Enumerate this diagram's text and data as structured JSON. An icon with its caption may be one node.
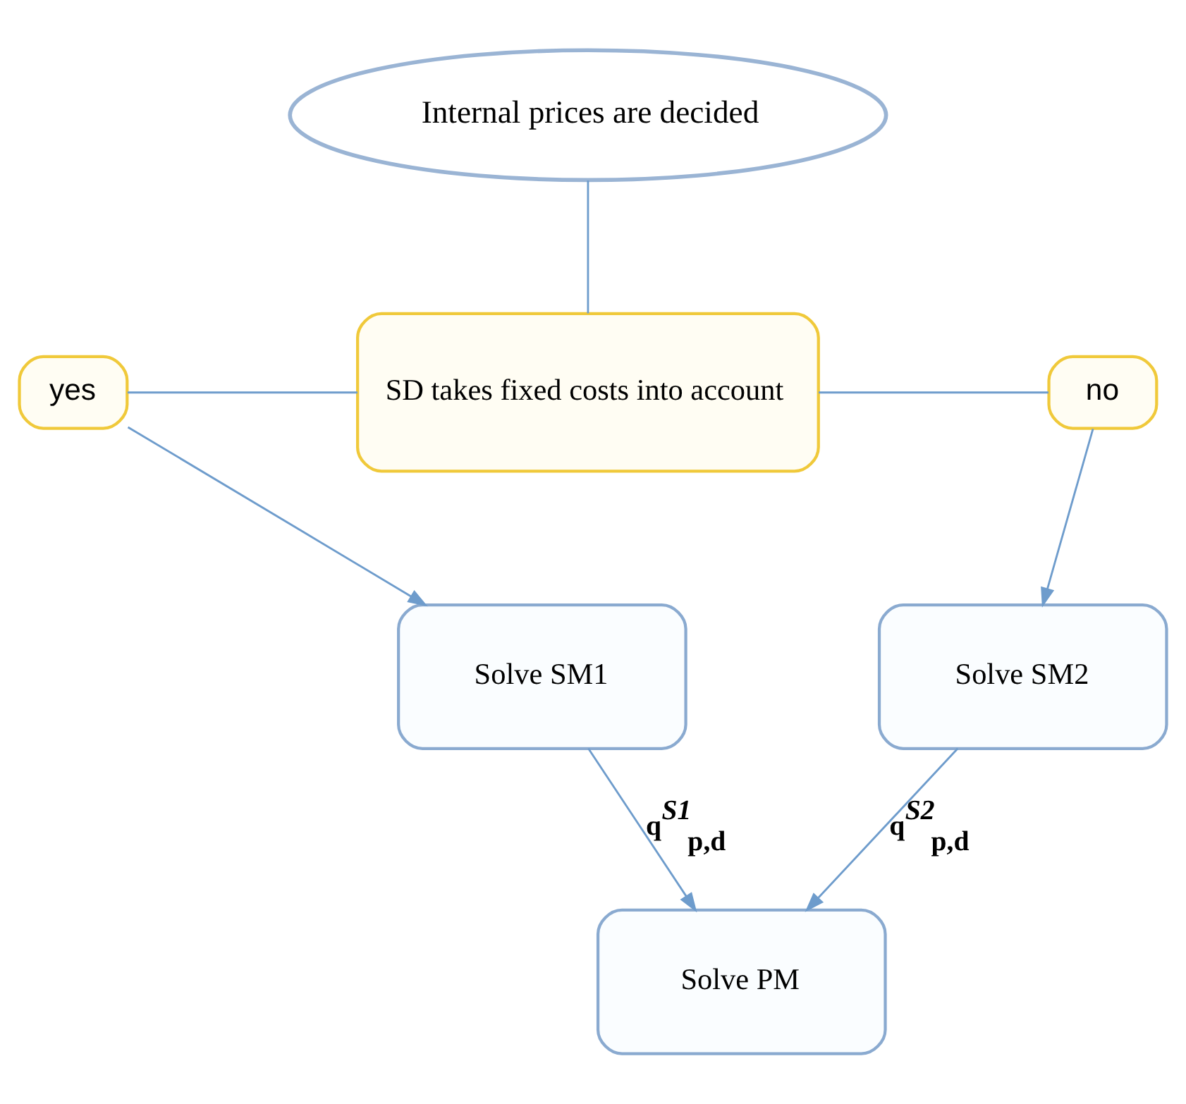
{
  "diagram": {
    "nodes": [
      {
        "text": [
          "Internal prices are decided"
        ]
      },
      {
        "text": [
          "SD takes fixed costs into account"
        ]
      },
      {
        "text": [
          "yes"
        ]
      },
      {
        "text": [
          "no"
        ]
      },
      {
        "text": [
          "Solve SM1"
        ]
      },
      {
        "text": [
          "Solve SM2"
        ]
      },
      {
        "text": [
          "Solve PM"
        ]
      }
    ],
    "edges": [
      {
        "from": 0,
        "to": 1,
        "arrow": "none"
      },
      {
        "from": 1,
        "to": 2,
        "arrow": "none"
      },
      {
        "from": 1,
        "to": 3,
        "arrow": "none"
      },
      {
        "from": 2,
        "to": 4,
        "arrow": "to"
      },
      {
        "from": 3,
        "to": 5,
        "arrow": "to"
      },
      {
        "from": 4,
        "to": 6,
        "arrow": "to",
        "label": "q$^{S1}$$_{p,d}$"
      },
      {
        "from": 5,
        "to": 6,
        "arrow": "to",
        "label": "q$^{S2}$$_{p,d}$"
      }
    ]
  }
}
